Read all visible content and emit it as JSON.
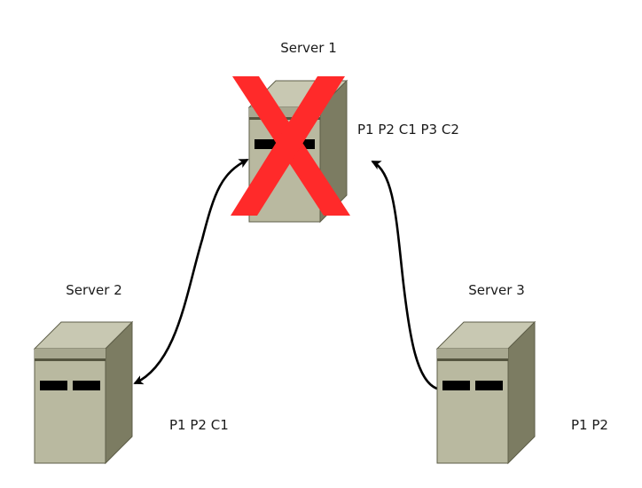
{
  "diagram": {
    "servers": [
      {
        "id": "server-1",
        "name": "Server 1",
        "contents": "P1 P2 C1 P3 C2",
        "status": "failed",
        "failure_mark": "red-x-icon"
      },
      {
        "id": "server-2",
        "name": "Server 2",
        "contents": "P1 P2 C1",
        "status": "ok"
      },
      {
        "id": "server-3",
        "name": "Server 3",
        "contents": "P1 P2",
        "status": "ok"
      }
    ],
    "connections": [
      {
        "from": "server-2",
        "to": "server-1",
        "direction": "bidirectional"
      },
      {
        "from": "server-3",
        "to": "server-1",
        "direction": "to-server-1"
      }
    ],
    "colors": {
      "server_front": "#b9b9a0",
      "server_top": "#c8c8b2",
      "server_side": "#7c7c62",
      "server_band": "#a8a890",
      "server_outline": "#5e5e48",
      "slot": "#000000",
      "failure_x": "#ff2a2a",
      "arrow": "#000000"
    }
  }
}
